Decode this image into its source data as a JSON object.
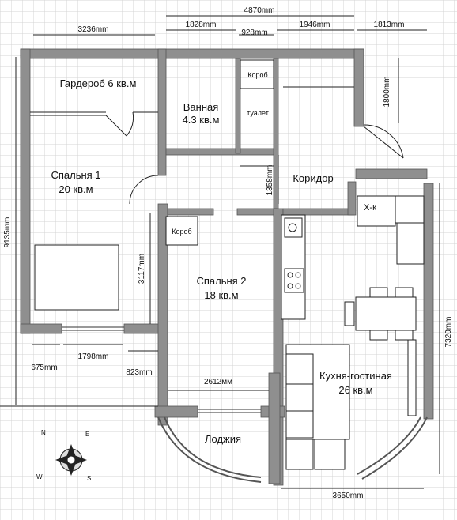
{
  "rooms": {
    "wardrobe": "Гардероб 6 кв.м",
    "bathroom_name": "Ванная",
    "bathroom_area": "4.3 кв.м",
    "toilet": "туалет",
    "corridor": "Коридор",
    "bedroom1_name": "Спальня 1",
    "bedroom1_area": "20 кв.м",
    "bedroom2_name": "Спальня 2",
    "bedroom2_area": "18 кв.м",
    "kitchen_name": "Кухня-гостиная",
    "kitchen_area": "26 кв.м",
    "loggia": "Лоджия"
  },
  "labels": {
    "box_top": "Короб",
    "box_bedroom": "Короб",
    "fridge": "Х-к"
  },
  "dimensions": {
    "d_3236": "3236mm",
    "d_4870": "4870mm",
    "d_1828": "1828mm",
    "d_928": "928mm",
    "d_1946": "1946mm",
    "d_1813": "1813mm",
    "d_1800": "1800mm",
    "d_9135": "9135mm",
    "d_1358": "1358mm",
    "d_3117": "3117mm",
    "d_7320": "7320mm",
    "d_675": "675mm",
    "d_1798": "1798mm",
    "d_823": "823mm",
    "d_2612": "2612мм",
    "d_3650": "3650mm"
  },
  "compass": {
    "n": "N",
    "e": "E",
    "w": "W",
    "s": "S"
  },
  "colors": {
    "wall": "#8f8f8f",
    "grid": "#d4d4d4",
    "furniture": "#ffffff",
    "line": "#222222"
  }
}
